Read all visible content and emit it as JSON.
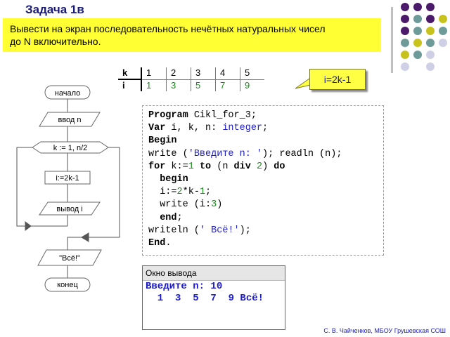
{
  "title": "Задача 1в",
  "task_text_line1": "Вывести на экран последовательность нечётных натуральных чисел",
  "task_text_line2": "до N включительно.",
  "table": {
    "row_k_label": "k",
    "row_i_label": "i",
    "k_values": [
      "1",
      "2",
      "3",
      "4",
      "5"
    ],
    "i_values": [
      "1",
      "3",
      "5",
      "7",
      "9"
    ]
  },
  "callout": "i=2k-1",
  "flowchart": {
    "start": "начало",
    "input": "ввод n",
    "loop": "k := 1, n/2",
    "assign": "i:=2k-1",
    "output": "вывод i",
    "done_msg": "\"Всё!\"",
    "end": "конец"
  },
  "code": {
    "l1_kw": "Program",
    "l1_rest": " Cikl_for_3;",
    "l2_kw": "Var",
    "l2_mid": " i, k, n: ",
    "l2_type": "integer",
    "l2_end": ";",
    "l3_kw": "Begin",
    "l4_a": "write (",
    "l4_str": "'Введите n: '",
    "l4_b": "); readln (n);",
    "l5_for": "for",
    "l5_a": " k:=",
    "l5_n1": "1",
    "l5_sp": " ",
    "l5_to": "to",
    "l5_b": " (n ",
    "l5_div": "div",
    "l5_sp2": " ",
    "l5_n2": "2",
    "l5_c": ") ",
    "l5_do": "do",
    "l6_ind": "  ",
    "l6_kw": "begin",
    "l7_a": "  i:=",
    "l7_n2": "2",
    "l7_b": "*k-",
    "l7_n1": "1",
    "l7_c": ";",
    "l8_a": "  write (i:",
    "l8_n": "3",
    "l8_b": ")",
    "l9_ind": "  ",
    "l9_kw": "end",
    "l9_semi": ";",
    "l10_a": "writeln (",
    "l10_str": "' Всё!'",
    "l10_b": ");",
    "l11_kw": "End",
    "l11_dot": "."
  },
  "output_window": {
    "title": "Окно вывода",
    "line1": "Введите n: 10",
    "line2": "  1  3  5  7  9 Всё!"
  },
  "credit": "С. В. Чайченков, МБОУ Грушевская СОШ",
  "colors": {
    "task_bg": "#ffff33",
    "dot_purple": "#4b1a6b",
    "dot_teal": "#6f9a9a",
    "dot_olive": "#c8c21e",
    "dot_lilac": "#cfd0e6"
  }
}
